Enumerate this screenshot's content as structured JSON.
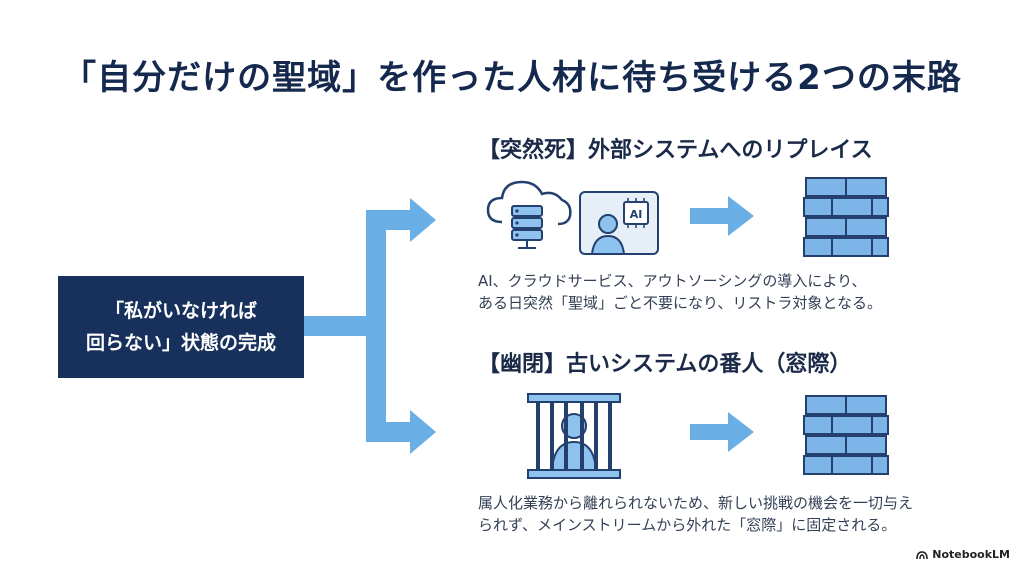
{
  "title": "「自分だけの聖域」を作った人材に待ち受ける2つの末路",
  "left_box": {
    "line1": "「私がいなければ",
    "line2": "回らない」状態の完成"
  },
  "top_path": {
    "heading": "【突然死】外部システムへのリプレイス",
    "chip_label": "AI",
    "caption_line1": "AI、クラウドサービス、アウトソーシングの導入により、",
    "caption_line2": "ある日突然「聖域」ごと不要になり、リストラ対象となる。"
  },
  "bottom_path": {
    "heading": "【幽閉】古いシステムの番人（窓際）",
    "caption_line1": "属人化業務から離れられないため、新しい挑戦の機会を一切与え",
    "caption_line2": "られず、メインストリームから外れた「窓際」に固定される。"
  },
  "footer": {
    "brand": "NotebookLM"
  },
  "colors": {
    "navy": "#17315c",
    "arrow": "#6aaee6",
    "brick": "#7db5e8",
    "icon_fill": "#8ec3ef",
    "icon_stroke": "#24406e"
  },
  "icons": [
    "cloud-server-icon",
    "ai-person-icon",
    "wall-icon",
    "jail-icon",
    "arrow-right-icon"
  ]
}
